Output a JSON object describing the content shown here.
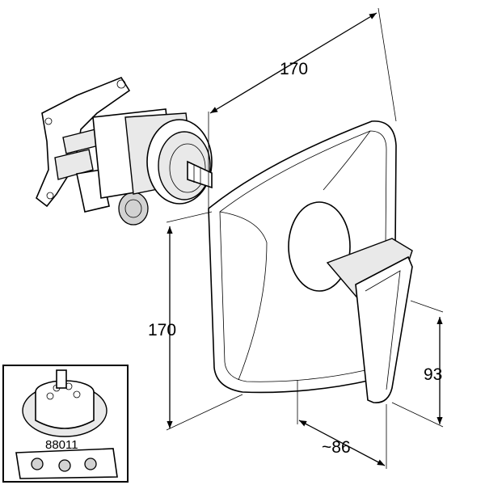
{
  "dimensions": {
    "plate_width": "170",
    "plate_height": "170",
    "lever_height": "93",
    "projection": "~86"
  },
  "inset": {
    "part_number": "88011"
  }
}
